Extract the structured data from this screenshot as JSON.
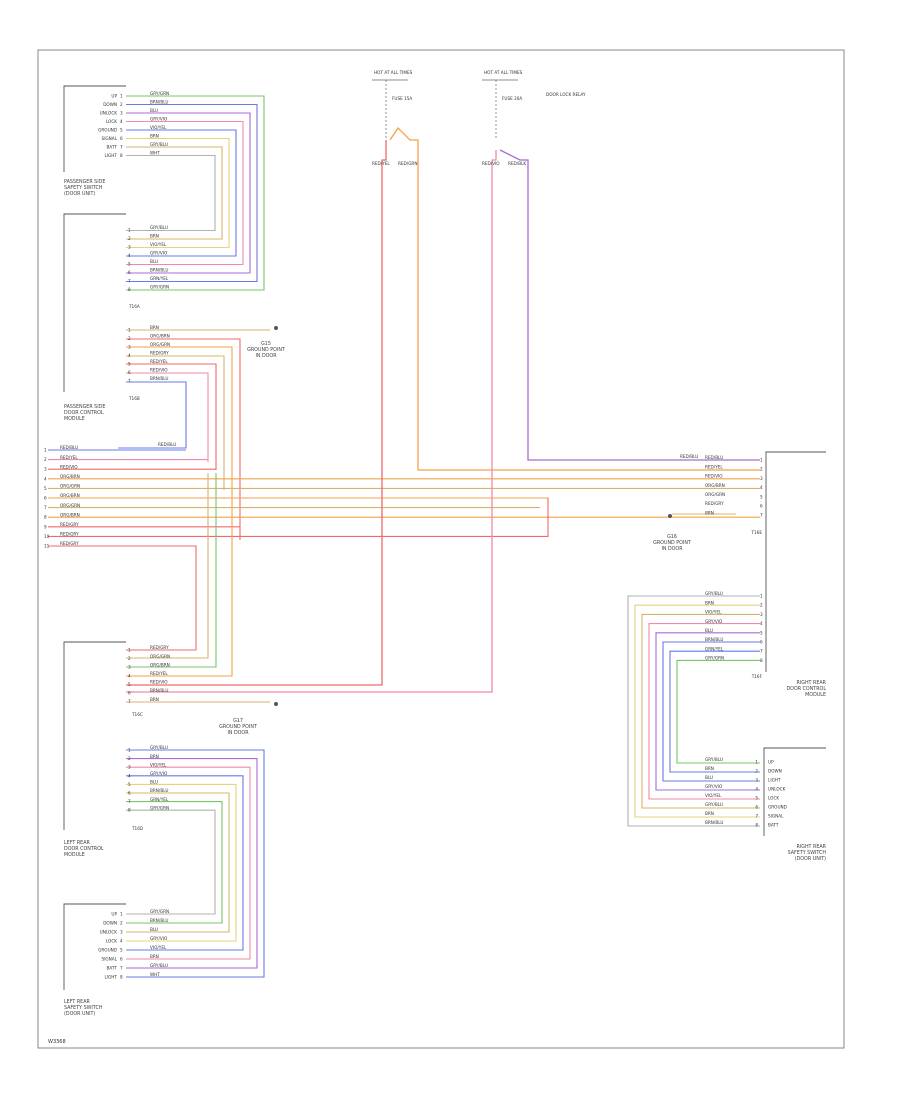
{
  "diagram": {
    "figure_id": "W3368",
    "colors": {
      "red": "#ef6a6a",
      "pink": "#f08aa8",
      "orange": "#f3a24a",
      "tan": "#d8b46a",
      "yellow": "#e8d27a",
      "green": "#7ac46a",
      "blue": "#6a78e8",
      "violet": "#a96ad8",
      "gray": "#b0b0b0",
      "border": "#888888",
      "wire_label": "#555555"
    },
    "power_feeds": [
      {
        "id": "feed-a",
        "top_label": "HOT AT ALL TIMES",
        "fuse": "FUSE 15A",
        "note": "",
        "wires": [
          "RED/YEL",
          "RED/GRN"
        ]
      },
      {
        "id": "feed-b",
        "top_label": "HOT AT ALL TIMES",
        "fuse": "FUSE 20A",
        "note": "DOOR LOCK RELAY",
        "wires": [
          "RED/VIO",
          "RED/BLK"
        ]
      }
    ],
    "components": {
      "passenger_switch": {
        "caption": [
          "PASSENGER SIDE",
          "SAFETY SWITCH",
          "(DOOR UNIT)"
        ],
        "pins": [
          "1",
          "2",
          "3",
          "4",
          "5",
          "6",
          "7",
          "8"
        ],
        "wires": [
          "GRY/GRN",
          "BRN/BLU",
          "BLU",
          "GRY/VIO",
          "VIO/YEL",
          "BRN",
          "GRY/BLU",
          "WHT"
        ],
        "pin_labels": [
          "UP",
          "DOWN",
          "UNLOCK",
          "LOCK",
          "GROUND",
          "SIGNAL",
          "BATT",
          "LIGHT"
        ]
      },
      "passenger_module": {
        "caption": [
          "PASSENGER SIDE",
          "DOOR CONTROL",
          "MODULE"
        ],
        "connector_a": "T16A",
        "connector_b": "T16B",
        "pins_a": [
          "1",
          "2",
          "3",
          "4",
          "5",
          "6",
          "7",
          "8"
        ],
        "wires_a": [
          "GRY/BLU",
          "BRN",
          "VIO/YEL",
          "GRY/VIO",
          "BLU",
          "BRN/BLU",
          "GRN/YEL",
          "GRY/GRN"
        ],
        "pins_b": [
          "1",
          "2",
          "3",
          "4",
          "5",
          "6",
          "7"
        ],
        "wires_b": [
          "BRN",
          "ORG/BRN",
          "ORG/GRN",
          "RED/GRY",
          "RED/YEL",
          "RED/VIO",
          "BRN/BLU"
        ]
      },
      "ground_1": {
        "label": [
          "G15",
          "GROUND POINT",
          "IN DOOR"
        ]
      },
      "ground_2": {
        "label": [
          "G16",
          "GROUND POINT",
          "IN DOOR"
        ]
      },
      "ground_3": {
        "label": [
          "G17",
          "GROUND POINT",
          "IN DOOR"
        ]
      },
      "left_rear_module": {
        "caption": [
          "LEFT REAR",
          "DOOR CONTROL",
          "MODULE"
        ],
        "connector_a": "T16C",
        "connector_b": "T16D",
        "pins_a": [
          "1",
          "2",
          "3",
          "4",
          "5",
          "6",
          "7"
        ],
        "wires_a": [
          "RED/GRY",
          "ORG/GRN",
          "ORG/BRN",
          "RED/YEL",
          "RED/VIO",
          "BRN/BLU",
          "BRN"
        ],
        "pins_b": [
          "1",
          "2",
          "3",
          "4",
          "5",
          "6",
          "7",
          "8"
        ],
        "wires_b": [
          "GRY/BLU",
          "BRN",
          "VIO/YEL",
          "GRY/VIO",
          "BLU",
          "BRN/BLU",
          "GRN/YEL",
          "GRY/GRN"
        ]
      },
      "left_rear_switch": {
        "caption": [
          "LEFT REAR",
          "SAFETY SWITCH",
          "(DOOR UNIT)"
        ],
        "pins": [
          "1",
          "2",
          "3",
          "4",
          "5",
          "6",
          "7",
          "8"
        ],
        "wires": [
          "GRY/GRN",
          "BRN/BLU",
          "BLU",
          "GRY/VIO",
          "VIO/YEL",
          "BRN",
          "GRY/BLU",
          "WHT"
        ],
        "pin_labels": [
          "UP",
          "DOWN",
          "UNLOCK",
          "LOCK",
          "GROUND",
          "SIGNAL",
          "BATT",
          "LIGHT"
        ]
      },
      "right_rear_module": {
        "caption": [
          "RIGHT REAR",
          "DOOR CONTROL",
          "MODULE"
        ],
        "connector_a": "T16E",
        "connector_b": "T16F",
        "pins_a": [
          "1",
          "2",
          "3",
          "4",
          "5",
          "6",
          "7"
        ],
        "wires_a": [
          "RED/BLU",
          "RED/YEL",
          "RED/VIO",
          "ORG/BRN",
          "ORG/GRN",
          "RED/GRY",
          "BRN"
        ],
        "pins_b": [
          "1",
          "2",
          "3",
          "4",
          "5",
          "6",
          "7",
          "8"
        ],
        "wires_b": [
          "GRY/BLU",
          "BRN",
          "VIO/YEL",
          "GRY/VIO",
          "BLU",
          "BRN/BLU",
          "GRN/YEL",
          "GRY/GRN"
        ]
      },
      "right_rear_switch": {
        "caption": [
          "RIGHT REAR",
          "SAFETY SWITCH",
          "(DOOR UNIT)"
        ],
        "pins": [
          "1",
          "2",
          "3",
          "4",
          "5",
          "6",
          "7",
          "8"
        ],
        "wires": [
          "GRY/BLU",
          "BRN",
          "BLU",
          "GRY/VIO",
          "VIO/YEL",
          "GRY/BLU",
          "BRN",
          "BRN/BLU"
        ],
        "pin_labels": [
          "UP",
          "DOWN",
          "LIGHT",
          "UNLOCK",
          "LOCK",
          "GROUND",
          "SIGNAL",
          "BATT"
        ]
      }
    },
    "harness_rows": [
      {
        "pin": "1",
        "wire": "RED/BLU"
      },
      {
        "pin": "2",
        "wire": "RED/YEL"
      },
      {
        "pin": "3",
        "wire": "RED/VIO"
      },
      {
        "pin": "4",
        "wire": "ORG/BRN"
      },
      {
        "pin": "5",
        "wire": "ORG/GRN"
      },
      {
        "pin": "6",
        "wire": "ORG/BRN"
      },
      {
        "pin": "7",
        "wire": "ORG/GRN"
      },
      {
        "pin": "8",
        "wire": "ORG/BRN"
      },
      {
        "pin": "9",
        "wire": "RED/GRY"
      },
      {
        "pin": "10",
        "wire": "RED/GRY"
      },
      {
        "pin": "11",
        "wire": "RED/GRY"
      }
    ],
    "splice_label": "RED/BLU"
  }
}
